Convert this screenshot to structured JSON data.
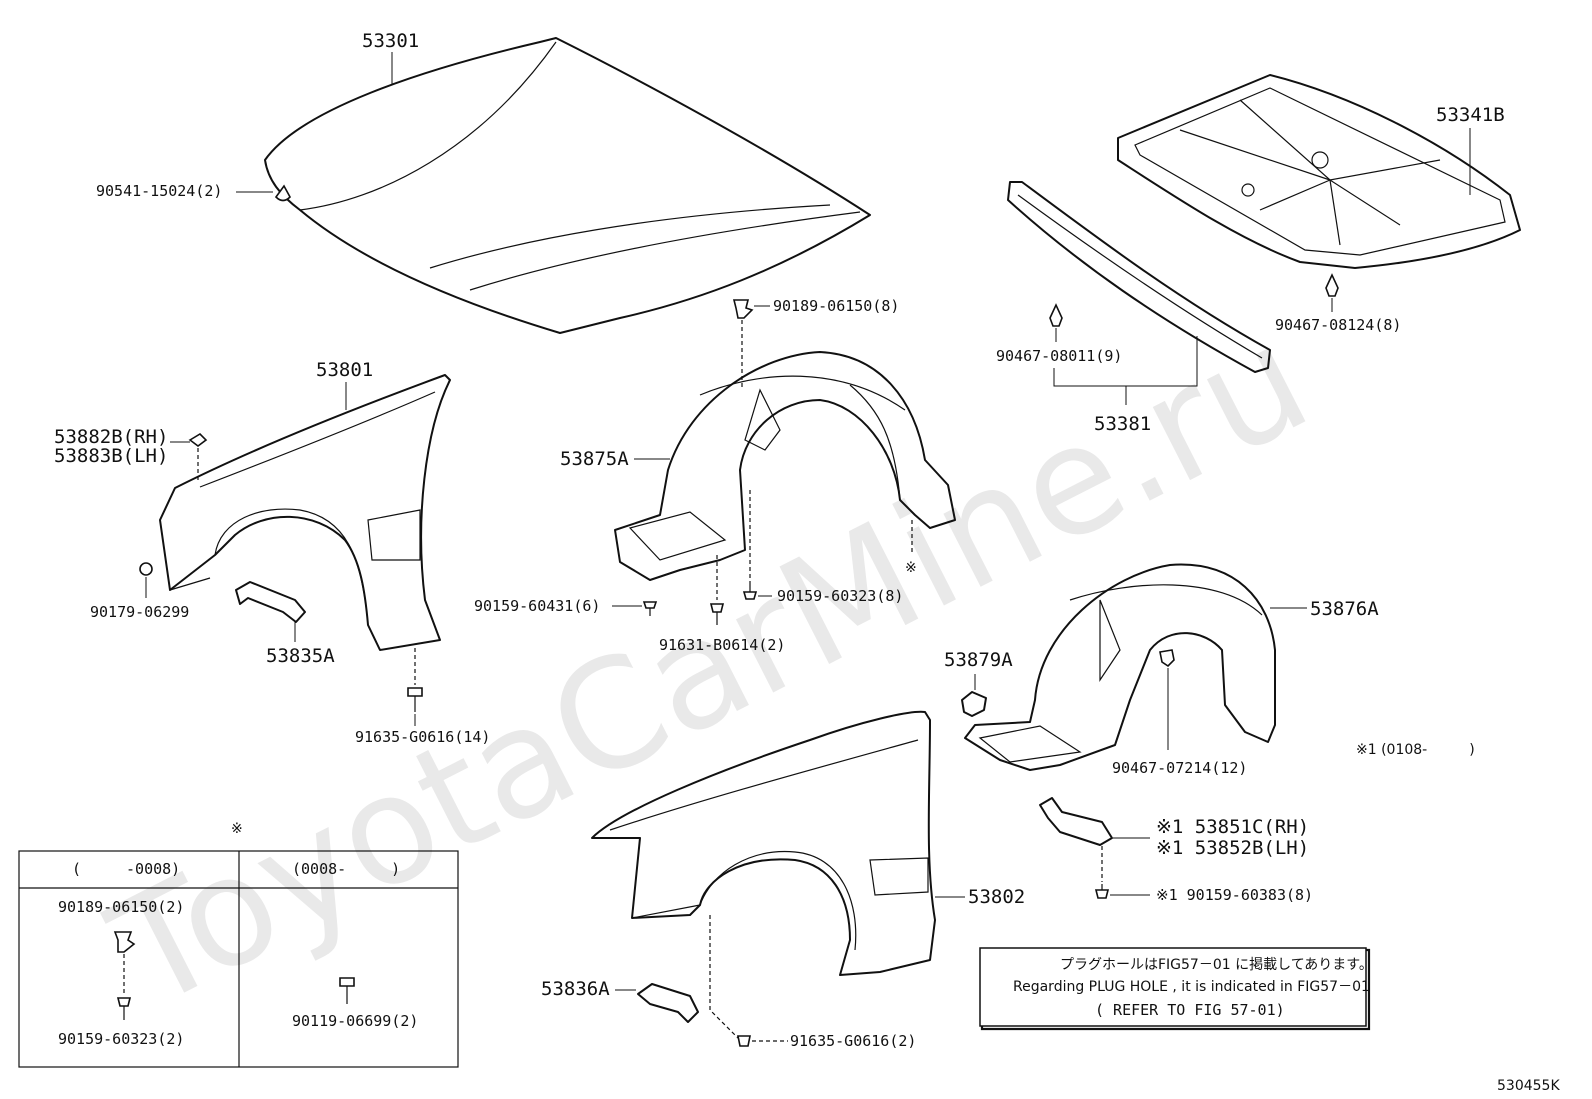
{
  "watermark": "ToyotaCarMine.ru",
  "diagram_code": "530455K",
  "labels": {
    "hood": "53301",
    "hood_bolt": "90541-15024(2)",
    "insulator": "53341B",
    "insulator_clip": "90467-08124(8)",
    "seal_clip": "90467-08011(9)",
    "seal": "53381",
    "fender_lh_top": "53801",
    "fender_rh": "53882B(RH)",
    "fender_lh": "53883B(LH)",
    "fender_cushion": "90179-06299",
    "bracket_35": "53835A",
    "fender_bolt_14": "91635-G0616(14)",
    "liner_front": "53875A",
    "liner_clip": "90189-06150(8)",
    "liner_screw_6": "90159-60431(6)",
    "liner_screw_8": "90159-60323(8)",
    "liner_bolt": "91631-B0614(2)",
    "liner_ref_mark": "※",
    "liner_rear": "53876A",
    "liner_bracket": "53879A",
    "liner_rear_clip": "90467-07214(12)",
    "note_1": "※1 (0108-　　　)",
    "bracket_rh": "※1  53851C(RH)",
    "bracket_lh": "※1  53852B(LH)",
    "bracket_screw": "※1 90159-60383(8)",
    "fender_02": "53802",
    "bracket_36": "53836A",
    "fender_bolt_2": "91635-G0616(2)"
  },
  "table": {
    "mark": "※",
    "col1_header": "(　　　-0008)",
    "col2_header": "(0008-　　　)",
    "col1_part_a": "90189-06150(2)",
    "col1_part_b": "90159-60323(2)",
    "col2_part": "90119-06699(2)"
  },
  "notice": {
    "line1": "プラグホールはFIG57－01 に掲載してあります。",
    "line2": "Regarding PLUG HOLE , it is indicated in FIG57－01",
    "line3": "( REFER TO FIG 57-01)"
  }
}
